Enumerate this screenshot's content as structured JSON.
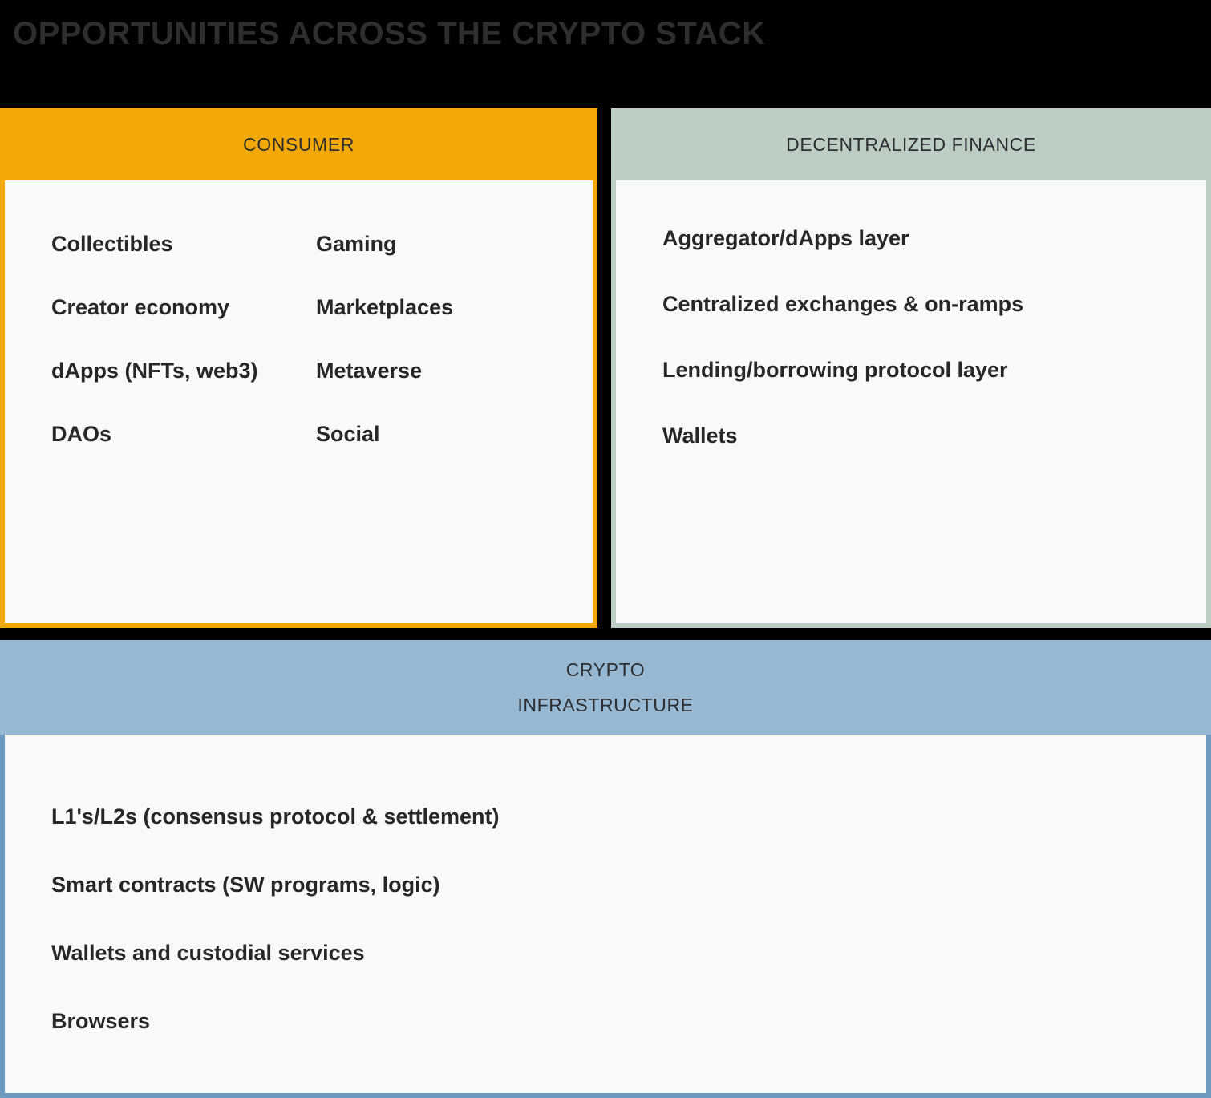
{
  "page": {
    "title": "OPPORTUNITIES ACROSS THE CRYPTO STACK",
    "background_color": "#000000",
    "title_color": "#2e2e30"
  },
  "panels": {
    "consumer": {
      "header": "CONSUMER",
      "accent_color": "#f2a806",
      "body_color": "#f7f9fb",
      "columns": [
        {
          "items": [
            "Collectibles",
            "Creator economy",
            "dApps (NFTs, web3)",
            "DAOs"
          ]
        },
        {
          "items": [
            "Gaming",
            "Marketplaces",
            "Metaverse",
            "Social"
          ]
        }
      ]
    },
    "decentralized_finance": {
      "header": "DECENTRALIZED FINANCE",
      "accent_color": "#bccec4",
      "body_color": "#f7f9fb",
      "items": [
        "Aggregator/dApps layer",
        "Centralized exchanges & on-ramps",
        "Lending/borrowing protocol layer",
        "Wallets"
      ]
    },
    "crypto_infrastructure": {
      "header_line1": "CRYPTO",
      "header_line2": "INFRASTRUCTURE",
      "accent_color": "#97b8d2",
      "border_color": "#6f9ac0",
      "body_color": "#f7f9fb",
      "items": [
        "L1's/L2s (consensus protocol & settlement)",
        "Smart contracts (SW programs, logic)",
        "Wallets and custodial services",
        "Browsers"
      ]
    }
  }
}
